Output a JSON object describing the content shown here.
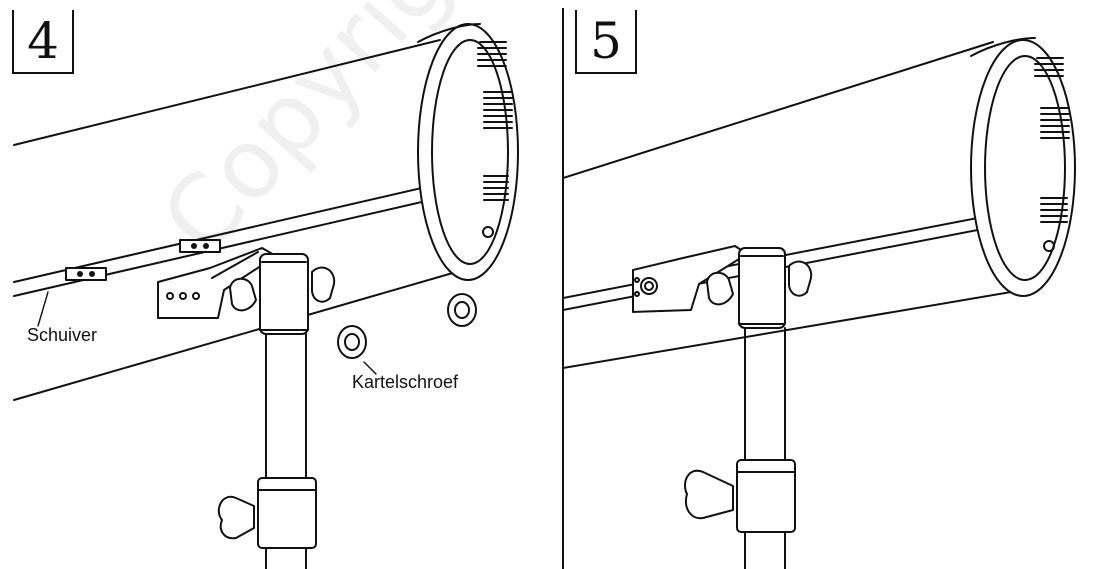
{
  "panels": [
    {
      "step": "4",
      "labels": {
        "slider": "Schuiver",
        "knurled_screw": "Kartelschroef"
      }
    },
    {
      "step": "5"
    }
  ],
  "watermark": "Copyrighted"
}
